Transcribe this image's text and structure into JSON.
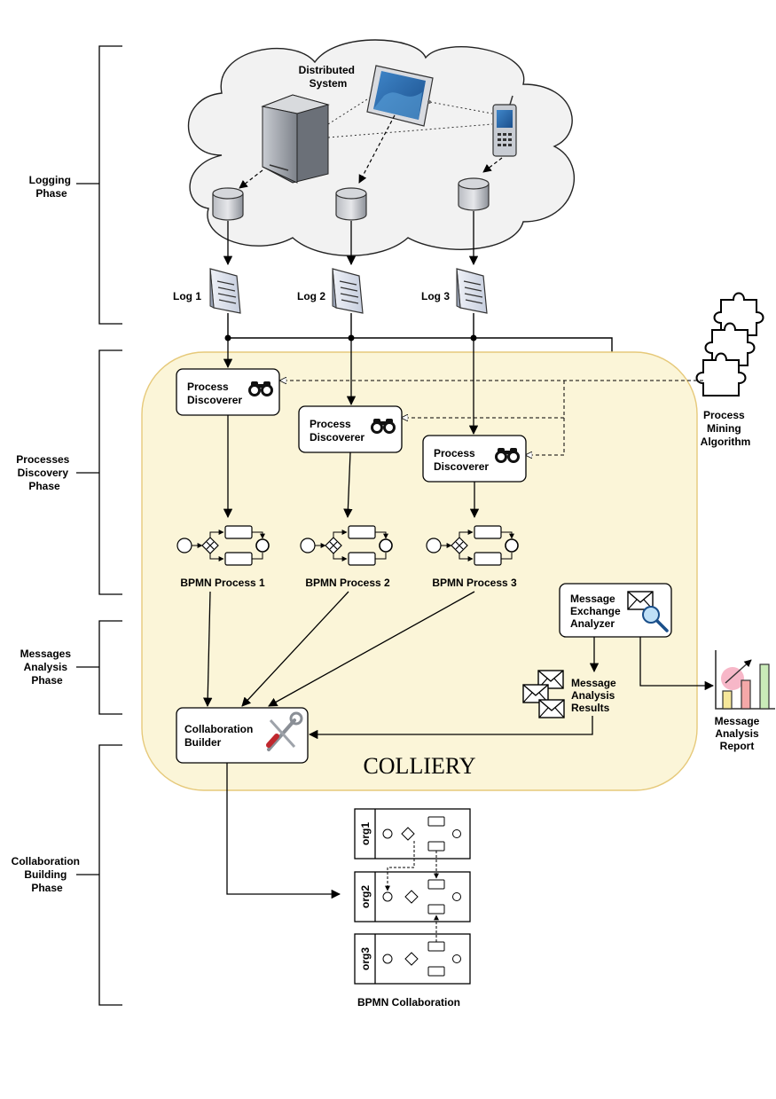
{
  "phases": {
    "logging": [
      "Logging",
      "Phase"
    ],
    "discovery": [
      "Processes",
      "Discovery",
      "Phase"
    ],
    "messages": [
      "Messages",
      "Analysis",
      "Phase"
    ],
    "collaboration": [
      "Collaboration",
      "Building",
      "Phase"
    ]
  },
  "cloud": {
    "title": [
      "Distributed",
      "System"
    ]
  },
  "logs": [
    "Log 1",
    "Log 2",
    "Log 3"
  ],
  "discoverer": [
    "Process",
    "Discoverer"
  ],
  "bpmn_processes": [
    "BPMN Process 1",
    "BPMN Process 2",
    "BPMN Process 3"
  ],
  "algorithm": [
    "Process",
    "Mining",
    "Algorithm"
  ],
  "analyzer": [
    "Message",
    "Exchange",
    "Analyzer"
  ],
  "results": [
    "Message",
    "Analysis",
    "Results"
  ],
  "report": [
    "Message",
    "Analysis",
    "Report"
  ],
  "builder": [
    "Collaboration",
    "Builder"
  ],
  "system_name": "COLLIERY",
  "collaboration": {
    "lanes": [
      "org1",
      "org2",
      "org3"
    ],
    "caption": "BPMN Collaboration"
  },
  "colors": {
    "container_fill": "#fbf5d8",
    "container_stroke": "#e6c97a",
    "cloud_fill": "#f2f2f2"
  }
}
